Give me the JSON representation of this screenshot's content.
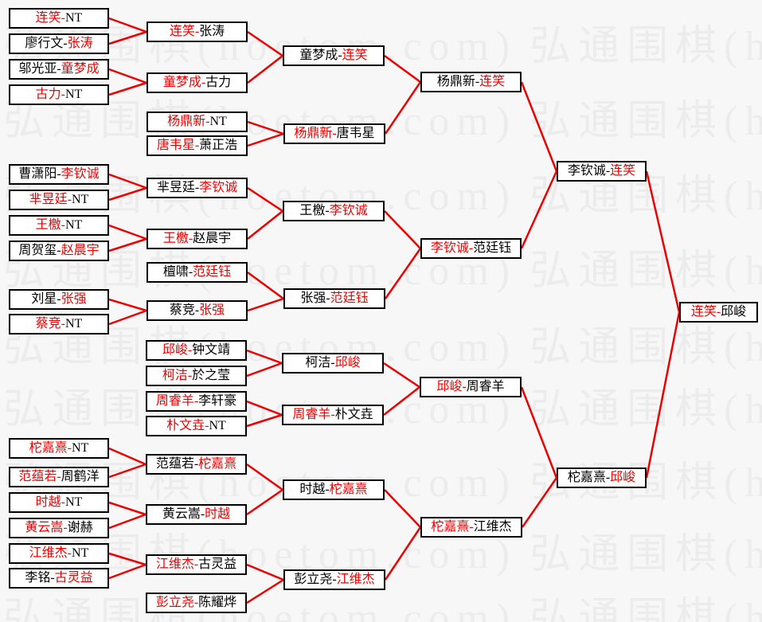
{
  "watermark": {
    "tile": "弘通围棋(hoetom.com)"
  },
  "dash": "-",
  "colors": {
    "line": "#ee0000",
    "winner": "#ee0000",
    "loser": "#000000"
  },
  "m": {
    "a1": {
      "p1": "连笑",
      "c1": "red",
      "p2": "NT",
      "c2": "blk",
      "cd": "red"
    },
    "a2": {
      "p1": "廖行文",
      "c1": "blk",
      "p2": "张涛",
      "c2": "red",
      "cd": "blk"
    },
    "a3": {
      "p1": "邬光亚",
      "c1": "blk",
      "p2": "童梦成",
      "c2": "red",
      "cd": "blk"
    },
    "a4": {
      "p1": "古力",
      "c1": "red",
      "p2": "NT",
      "c2": "blk",
      "cd": "red"
    },
    "b1": {
      "p1": "连笑",
      "c1": "red",
      "p2": "张涛",
      "c2": "blk",
      "cd": "red"
    },
    "b2": {
      "p1": "童梦成",
      "c1": "red",
      "p2": "古力",
      "c2": "blk",
      "cd": "red"
    },
    "b3": {
      "p1": "杨鼎新",
      "c1": "red",
      "p2": "NT",
      "c2": "blk",
      "cd": "red"
    },
    "b4": {
      "p1": "唐韦星",
      "c1": "red",
      "p2": "萧正浩",
      "c2": "blk",
      "cd": "red"
    },
    "c1": {
      "p1": "童梦成",
      "c1": "blk",
      "p2": "连笑",
      "c2": "red",
      "cd": "blk"
    },
    "c2": {
      "p1": "杨鼎新",
      "c1": "red",
      "p2": "唐韦星",
      "c2": "blk",
      "cd": "red"
    },
    "d1": {
      "p1": "杨鼎新",
      "c1": "blk",
      "p2": "连笑",
      "c2": "red",
      "cd": "blk"
    },
    "a5": {
      "p1": "曹潇阳",
      "c1": "blk",
      "p2": "李钦诚",
      "c2": "red",
      "cd": "blk"
    },
    "a6": {
      "p1": "芈昱廷",
      "c1": "red",
      "p2": "NT",
      "c2": "blk",
      "cd": "red"
    },
    "a7": {
      "p1": "王檄",
      "c1": "red",
      "p2": "NT",
      "c2": "blk",
      "cd": "red"
    },
    "a8": {
      "p1": "周贺玺",
      "c1": "blk",
      "p2": "赵晨宇",
      "c2": "red",
      "cd": "blk"
    },
    "a9": {
      "p1": "刘星",
      "c1": "blk",
      "p2": "张强",
      "c2": "red",
      "cd": "blk"
    },
    "a10": {
      "p1": "蔡竞",
      "c1": "red",
      "p2": "NT",
      "c2": "blk",
      "cd": "red"
    },
    "b5": {
      "p1": "芈昱廷",
      "c1": "blk",
      "p2": "李钦诚",
      "c2": "red",
      "cd": "blk"
    },
    "b6": {
      "p1": "王檄",
      "c1": "red",
      "p2": "赵晨宇",
      "c2": "blk",
      "cd": "red"
    },
    "b7": {
      "p1": "檀啸",
      "c1": "blk",
      "p2": "范廷钰",
      "c2": "red",
      "cd": "blk"
    },
    "b8": {
      "p1": "蔡竞",
      "c1": "blk",
      "p2": "张强",
      "c2": "red",
      "cd": "blk"
    },
    "c3": {
      "p1": "王檄",
      "c1": "blk",
      "p2": "李钦诚",
      "c2": "red",
      "cd": "blk"
    },
    "c4": {
      "p1": "张强",
      "c1": "blk",
      "p2": "范廷钰",
      "c2": "red",
      "cd": "blk"
    },
    "d2": {
      "p1": "李钦诚",
      "c1": "red",
      "p2": "范廷钰",
      "c2": "blk",
      "cd": "red"
    },
    "e1": {
      "p1": "李钦诚",
      "c1": "blk",
      "p2": "连笑",
      "c2": "red",
      "cd": "blk"
    },
    "b9": {
      "p1": "邱峻",
      "c1": "red",
      "p2": "钟文靖",
      "c2": "blk",
      "cd": "red"
    },
    "b10": {
      "p1": "柯洁",
      "c1": "red",
      "p2": "於之莹",
      "c2": "blk",
      "cd": "red"
    },
    "b11": {
      "p1": "周睿羊",
      "c1": "red",
      "p2": "李轩豪",
      "c2": "blk",
      "cd": "red"
    },
    "b12": {
      "p1": "朴文垚",
      "c1": "red",
      "p2": "NT",
      "c2": "blk",
      "cd": "red"
    },
    "c5": {
      "p1": "柯洁",
      "c1": "blk",
      "p2": "邱峻",
      "c2": "red",
      "cd": "blk"
    },
    "c6": {
      "p1": "周睿羊",
      "c1": "red",
      "p2": "朴文垚",
      "c2": "blk",
      "cd": "red"
    },
    "d3": {
      "p1": "邱峻",
      "c1": "red",
      "p2": "周睿羊",
      "c2": "blk",
      "cd": "red"
    },
    "a11": {
      "p1": "柁嘉熹",
      "c1": "red",
      "p2": "NT",
      "c2": "blk",
      "cd": "red"
    },
    "a12": {
      "p1": "范蕴若",
      "c1": "red",
      "p2": "周鹤洋",
      "c2": "blk",
      "cd": "red"
    },
    "a13": {
      "p1": "时越",
      "c1": "red",
      "p2": "NT",
      "c2": "blk",
      "cd": "red"
    },
    "a14": {
      "p1": "黄云嵩",
      "c1": "red",
      "p2": "谢赫",
      "c2": "blk",
      "cd": "red"
    },
    "a15": {
      "p1": "江维杰",
      "c1": "red",
      "p2": "NT",
      "c2": "blk",
      "cd": "red"
    },
    "a16": {
      "p1": "李铭",
      "c1": "blk",
      "p2": "古灵益",
      "c2": "red",
      "cd": "blk"
    },
    "b13": {
      "p1": "范蕴若",
      "c1": "blk",
      "p2": "柁嘉熹",
      "c2": "red",
      "cd": "blk"
    },
    "b14": {
      "p1": "黄云嵩",
      "c1": "blk",
      "p2": "时越",
      "c2": "red",
      "cd": "blk"
    },
    "b15": {
      "p1": "江维杰",
      "c1": "red",
      "p2": "古灵益",
      "c2": "blk",
      "cd": "red"
    },
    "b16": {
      "p1": "彭立尧",
      "c1": "red",
      "p2": "陈耀烨",
      "c2": "blk",
      "cd": "red"
    },
    "c7": {
      "p1": "时越",
      "c1": "blk",
      "p2": "柁嘉熹",
      "c2": "red",
      "cd": "blk"
    },
    "c8": {
      "p1": "彭立尧",
      "c1": "blk",
      "p2": "江维杰",
      "c2": "red",
      "cd": "blk"
    },
    "d4": {
      "p1": "柁嘉熹",
      "c1": "red",
      "p2": "江维杰",
      "c2": "blk",
      "cd": "red"
    },
    "e2": {
      "p1": "柁嘉熹",
      "c1": "blk",
      "p2": "邱峻",
      "c2": "red",
      "cd": "blk"
    },
    "f1": {
      "p1": "连笑",
      "c1": "red",
      "p2": "邱峻",
      "c2": "blk",
      "cd": "red"
    }
  },
  "bracket": [
    {
      "from": "a1",
      "to": "b1"
    },
    {
      "from": "a2",
      "to": "b1"
    },
    {
      "from": "a3",
      "to": "b2"
    },
    {
      "from": "a4",
      "to": "b2"
    },
    {
      "from": "b1",
      "to": "c1"
    },
    {
      "from": "b2",
      "to": "c1"
    },
    {
      "from": "b3",
      "to": "c2"
    },
    {
      "from": "b4",
      "to": "c2"
    },
    {
      "from": "c1",
      "to": "d1"
    },
    {
      "from": "c2",
      "to": "d1"
    },
    {
      "from": "a5",
      "to": "b5"
    },
    {
      "from": "a6",
      "to": "b5"
    },
    {
      "from": "a7",
      "to": "b6"
    },
    {
      "from": "a8",
      "to": "b6"
    },
    {
      "from": "a9",
      "to": "b8"
    },
    {
      "from": "a10",
      "to": "b8"
    },
    {
      "from": "b5",
      "to": "c3"
    },
    {
      "from": "b6",
      "to": "c3"
    },
    {
      "from": "b7",
      "to": "c4"
    },
    {
      "from": "b8",
      "to": "c4"
    },
    {
      "from": "c3",
      "to": "d2"
    },
    {
      "from": "c4",
      "to": "d2"
    },
    {
      "from": "d1",
      "to": "e1"
    },
    {
      "from": "d2",
      "to": "e1"
    },
    {
      "from": "b9",
      "to": "c5"
    },
    {
      "from": "b10",
      "to": "c5"
    },
    {
      "from": "b11",
      "to": "c6"
    },
    {
      "from": "b12",
      "to": "c6"
    },
    {
      "from": "c5",
      "to": "d3"
    },
    {
      "from": "c6",
      "to": "d3"
    },
    {
      "from": "a11",
      "to": "b13"
    },
    {
      "from": "a12",
      "to": "b13"
    },
    {
      "from": "a13",
      "to": "b14"
    },
    {
      "from": "a14",
      "to": "b14"
    },
    {
      "from": "a15",
      "to": "b15"
    },
    {
      "from": "a16",
      "to": "b15"
    },
    {
      "from": "b13",
      "to": "c7"
    },
    {
      "from": "b14",
      "to": "c7"
    },
    {
      "from": "b15",
      "to": "c8"
    },
    {
      "from": "b16",
      "to": "c8"
    },
    {
      "from": "c7",
      "to": "d4"
    },
    {
      "from": "c8",
      "to": "d4"
    },
    {
      "from": "d3",
      "to": "e2"
    },
    {
      "from": "d4",
      "to": "e2"
    },
    {
      "from": "e1",
      "to": "f1"
    },
    {
      "from": "e2",
      "to": "f1"
    }
  ]
}
